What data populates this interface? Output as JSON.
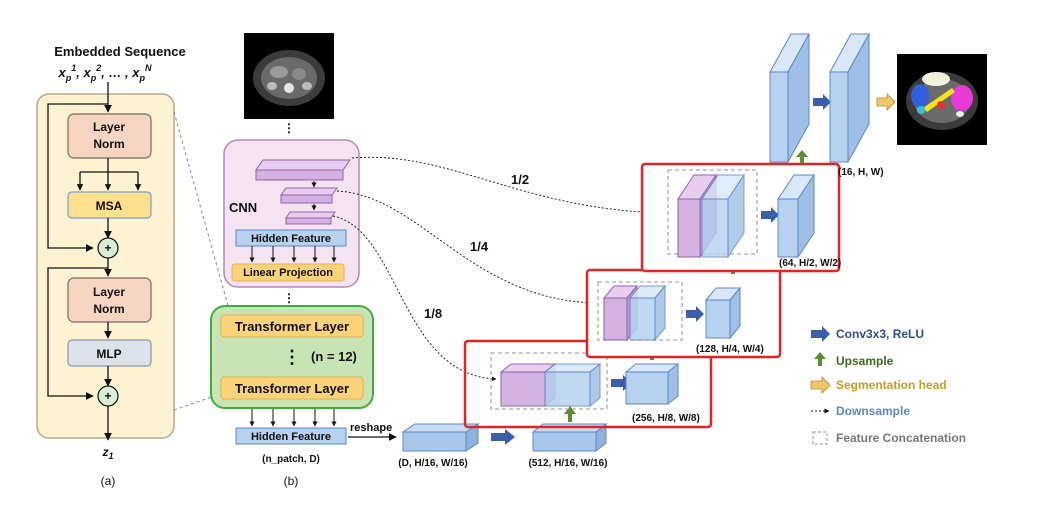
{
  "encoder_block": {
    "title": "Embedded Sequence",
    "input_seq": "x_p^1, x_p^2, …, x_p^N",
    "layer_norm_1": [
      "Layer",
      "Norm"
    ],
    "msa": "MSA",
    "layer_norm_2": [
      "Layer",
      "Norm"
    ],
    "mlp": "MLP",
    "plus": "+",
    "output": "z_1",
    "panel_label": "(a)"
  },
  "pipeline": {
    "cnn_label": "CNN",
    "hidden_feature_cnn": "Hidden Feature",
    "linear_projection": "Linear Projection",
    "transformer_layer_top": "Transformer Layer",
    "transformer_count": "(n = 12)",
    "transformer_layer_bottom": "Transformer Layer",
    "hidden_feature_tf": "Hidden Feature",
    "hidden_dims": "(n_patch, D)",
    "reshape": "reshape",
    "reshape_dims": "(D, H/16, W/16)",
    "conv_dims": "(512, H/16, W/16)",
    "scale_half": "1/2",
    "scale_quarter": "1/4",
    "scale_eighth": "1/8",
    "dims_256": "(256, H/8, W/8)",
    "dims_128": "(128, H/4, W/4)",
    "dims_64": "(64, H/2, W/2)",
    "dims_16": "(16, H, W)",
    "panel_label": "(b)"
  },
  "legend": {
    "conv": "Conv3x3, ReLU",
    "upsample": "Upsample",
    "seg_head": "Segmentation head",
    "downsample": "Downsample",
    "concat": "Feature Concatenation"
  },
  "colors": {
    "encoder_bg": "#fdf3d3",
    "block_peach": "#f6d6c2",
    "msa_yellow": "#fce08e",
    "mlp_gray": "#dde3ea",
    "residual_green": "#d9efd5",
    "cnn_pink": "#f5e3f2",
    "tf_green": "#c9e4b4",
    "tf_layer_yellow": "#fcd37a",
    "feature_blue": "#b6d2ef",
    "purple_block": "#d3b2e2",
    "red_frame": "#e32222",
    "conv_arrow": "#3a5ea8",
    "upsample_arrow": "#5a8e2f",
    "seghead_arrow": "#f0c66b",
    "legend_conv_text": "#2e4d8f",
    "legend_upsample_text": "#3f6b1f",
    "legend_seg_text": "#c89d22",
    "legend_down_text": "#5b88c9",
    "legend_concat_text": "#777777"
  }
}
